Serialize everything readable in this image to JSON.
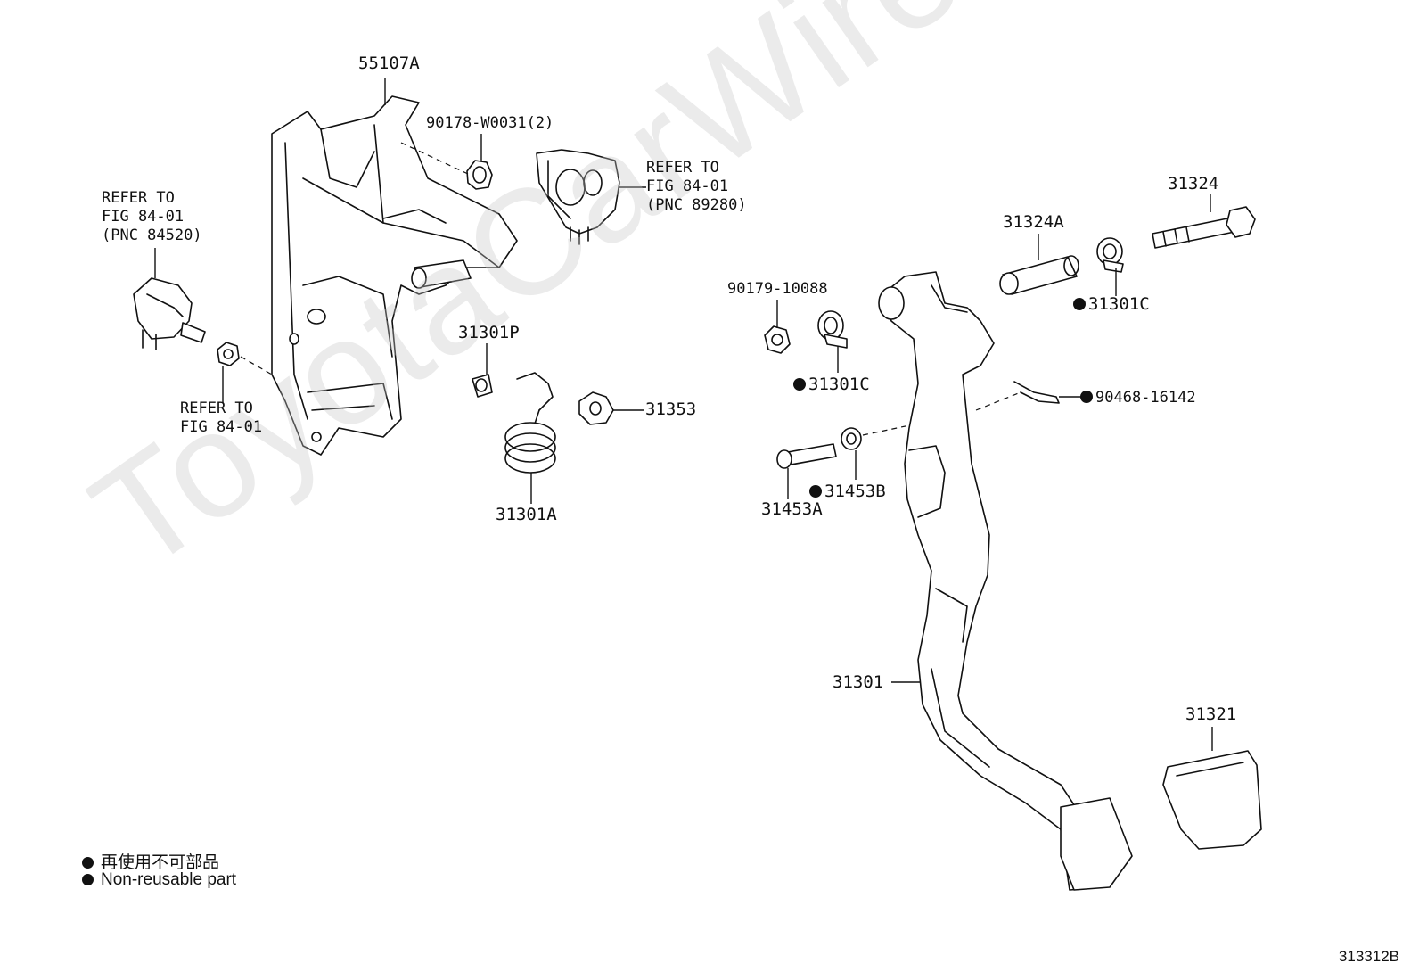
{
  "watermark": "ToyotaCarWire.ru",
  "figure_number": "313312B",
  "legend": {
    "line1": "再使用不可部品",
    "line2": "Non-reusable part"
  },
  "labels": {
    "l55107A": "55107A",
    "l90178": "90178-W0031(2)",
    "l31301P": "31301P",
    "l31353": "31353",
    "l31301A": "31301A",
    "l90179": "90179-10088",
    "l31301C_left": "31301C",
    "l31324A": "31324A",
    "l31324": "31324",
    "l31301C_right": "31301C",
    "l90468": "90468-16142",
    "l31453A": "31453A",
    "l31453B": "31453B",
    "l31301": "31301",
    "l31321": "31321"
  },
  "notes": {
    "refer_left": "REFER TO\nFIG 84-01\n(PNC 84520)",
    "refer_top_right": "REFER TO\nFIG 84-01\n(PNC 89280)",
    "refer_nut": "REFER TO\nFIG 84-01"
  }
}
